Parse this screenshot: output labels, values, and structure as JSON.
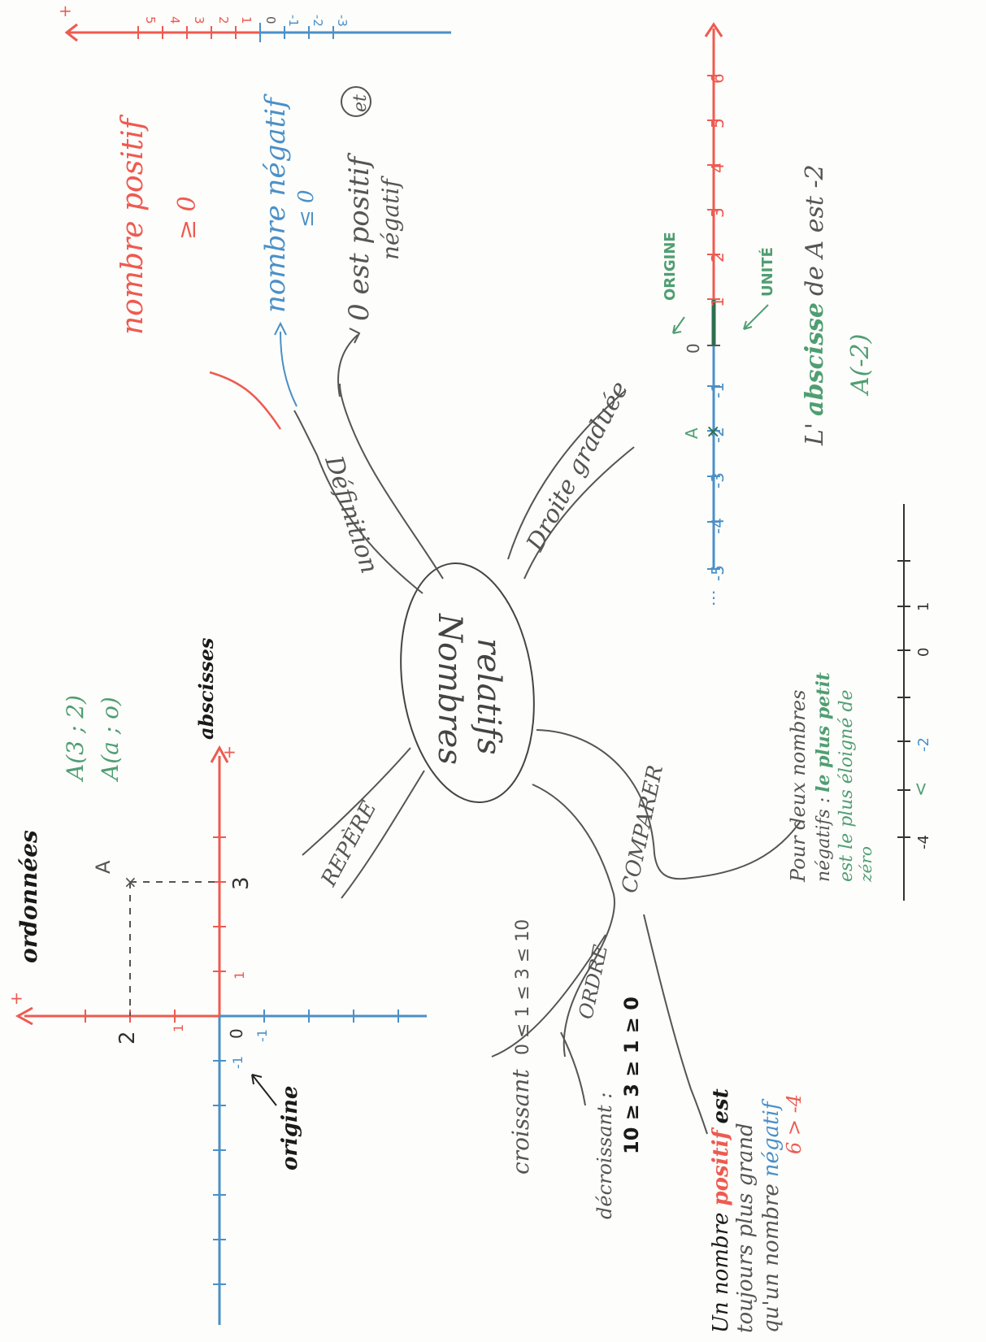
{
  "colors": {
    "red": "#ee5a50",
    "blue": "#4a90c8",
    "green": "#4f9e72",
    "gray": "#555555",
    "black": "#1a1a1a"
  },
  "center": {
    "line1": "Nombres",
    "line2": "relatifs"
  },
  "branches": {
    "definition": "Définition",
    "droite": "Droite graduée",
    "repere": "REPÈRE",
    "comparer": "COMPARER",
    "ordre": "ORDRE"
  },
  "definition": {
    "positif": "nombre positif",
    "positif_sign": "≥ 0",
    "negatif": "nombre négatif",
    "negatif_sign": "≤ 0",
    "zero_l1": "0 est positif",
    "zero_et": "et",
    "zero_l2": "négatif"
  },
  "top_axis": {
    "plus": "+",
    "ticks": [
      "5",
      "4",
      "3",
      "2",
      "1",
      "0",
      "-1",
      "-2",
      "-3"
    ]
  },
  "droite": {
    "ticks_neg": [
      "-5",
      "-4",
      "-3",
      "-2",
      "-1"
    ],
    "zero": "0",
    "ticks_pos": [
      "1",
      "2",
      "3",
      "4",
      "5",
      "6"
    ],
    "point_label": "A",
    "origine": "ORIGINE",
    "unite": "UNITÉ",
    "abscisse_l": "L'",
    "abscisse_word": "abscisse",
    "abscisse_rest": "de A est -2",
    "abscisse_coord": "A(-2)"
  },
  "comparer": {
    "neg_l1": "Pour deux nombres",
    "neg_l2": "négatifs :",
    "neg_l2b": "le plus petit",
    "neg_l3": "est le plus éloigné de",
    "neg_l4": "zéro",
    "mini_ticks": [
      "-4",
      "<",
      "-2",
      "0",
      "1"
    ],
    "pos_l1a": "Un nombre",
    "pos_l1b": "positif",
    "pos_l1c": "est",
    "pos_l2": "toujours plus grand",
    "pos_l3a": "qu'un nombre",
    "pos_l3b": "négatif",
    "pos_l4": "6 > -4"
  },
  "ordre": {
    "croissant": "croissant",
    "croissant_ex": "0 ≤ 1 ≤ 3 ≤ 10",
    "decroissant": "décroissant :",
    "decroissant_ex": "10 ≥ 3 ≥ 1 ≥ 0"
  },
  "repere": {
    "ordonnees": "ordonnées",
    "abscisses": "abscisses",
    "origine": "origine",
    "coords1": "A(3 ; 2)",
    "coords2": "A(a ; o)",
    "point": "A",
    "val_x": "3",
    "val_y": "2",
    "tick_x": "1",
    "tick_y": "1",
    "zero": "0",
    "m1a": "-1",
    "m1b": "-1",
    "plus": "+"
  }
}
